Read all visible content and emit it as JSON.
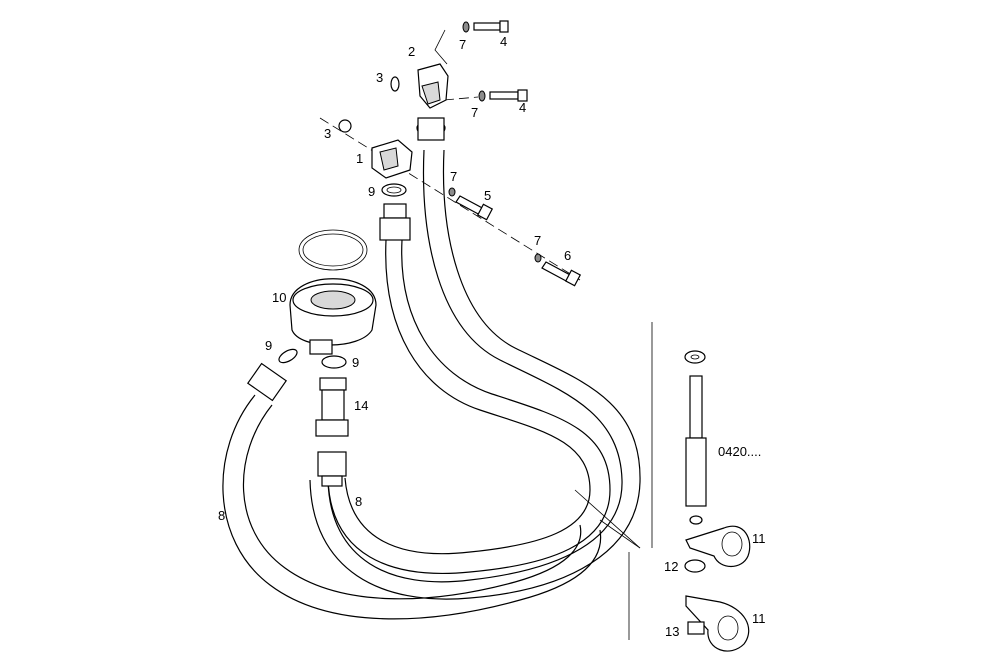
{
  "callouts": {
    "c1": "1",
    "c2": "2",
    "c3a": "3",
    "c3b": "3",
    "c4a": "4",
    "c4b": "4",
    "c5": "5",
    "c6": "6",
    "c7a": "7",
    "c7b": "7",
    "c7c": "7",
    "c7d": "7",
    "c8a": "8",
    "c8b": "8",
    "c9a": "9",
    "c9b": "9",
    "c9c": "9",
    "c10": "10",
    "c11a": "11",
    "c11b": "11",
    "c12": "12",
    "c13": "13",
    "c14": "14",
    "ref": "0420...."
  }
}
